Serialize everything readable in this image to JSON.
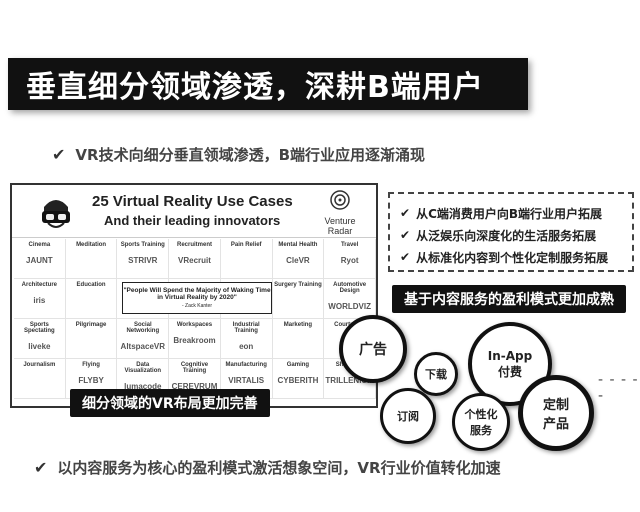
{
  "title": "垂直细分领域渗透，深耕B端用户",
  "bullet_top": "VR技术向细分垂直领域渗透，B端行业应用逐渐涌现",
  "bullet_bottom": "以内容服务为核心的盈利模式激活想象空间，VR行业价值转化加速",
  "collage": {
    "title": "25 Virtual Reality Use Cases",
    "subtitle": "And their leading innovators",
    "logo_line1": "Venture",
    "logo_line2": "Radar",
    "quote": "\"People Will Spend the Majority of Waking Time in Virtual Reality by 2020\"",
    "quote_author": "- Zack Kanter",
    "cells": [
      {
        "cat": "Cinema",
        "co": "JAUNT"
      },
      {
        "cat": "Meditation",
        "co": ""
      },
      {
        "cat": "Sports Training",
        "co": "STRIVR"
      },
      {
        "cat": "Recruitment",
        "co": "VRecruit"
      },
      {
        "cat": "Pain Relief",
        "co": ""
      },
      {
        "cat": "Mental Health",
        "co": "CleVR"
      },
      {
        "cat": "Travel",
        "co": "Ryot"
      },
      {
        "cat": "Architecture",
        "co": "iris"
      },
      {
        "cat": "Education",
        "co": ""
      },
      {
        "cat": "",
        "co": ""
      },
      {
        "cat": "",
        "co": ""
      },
      {
        "cat": "",
        "co": ""
      },
      {
        "cat": "Surgery Training",
        "co": ""
      },
      {
        "cat": "Automotive Design",
        "co": "WORLDVIZ"
      },
      {
        "cat": "Sports Spectating",
        "co": "liveke"
      },
      {
        "cat": "Pilgrimage",
        "co": ""
      },
      {
        "cat": "Social Networking",
        "co": "AltspaceVR"
      },
      {
        "cat": "Workspaces",
        "co": "Breakroom"
      },
      {
        "cat": "Industrial Training",
        "co": "eon"
      },
      {
        "cat": "Marketing",
        "co": ""
      },
      {
        "cat": "Courtroom",
        "co": ""
      },
      {
        "cat": "Journalism",
        "co": ""
      },
      {
        "cat": "Flying",
        "co": "FLYBY"
      },
      {
        "cat": "Data Visualization",
        "co": "lumacode"
      },
      {
        "cat": "Cognitive Training",
        "co": "CEREVRUM"
      },
      {
        "cat": "Manufacturing",
        "co": "VIRTALIS"
      },
      {
        "cat": "Gaming",
        "co": "CYBERITH"
      },
      {
        "cat": "Shopping",
        "co": "TRILLENIUM"
      }
    ]
  },
  "label_left": "细分领域的VR布局更加完善",
  "label_right": "基于内容服务的盈利模式更加成熟",
  "dashed_items": [
    "从C端消费用户向B端行业用户拓展",
    "从泛娱乐向深度化的生活服务拓展",
    "从标准化内容到个性化定制服务拓展"
  ],
  "circles": {
    "ads": "广告",
    "download": "下载",
    "in_app_line1": "In-App",
    "in_app_line2": "付费",
    "subscribe": "订阅",
    "custom_line1": "个性化",
    "custom_line2": "服务",
    "custom_product_line1": "定制",
    "custom_product_line2": "产品"
  },
  "dots": "- - - - -"
}
